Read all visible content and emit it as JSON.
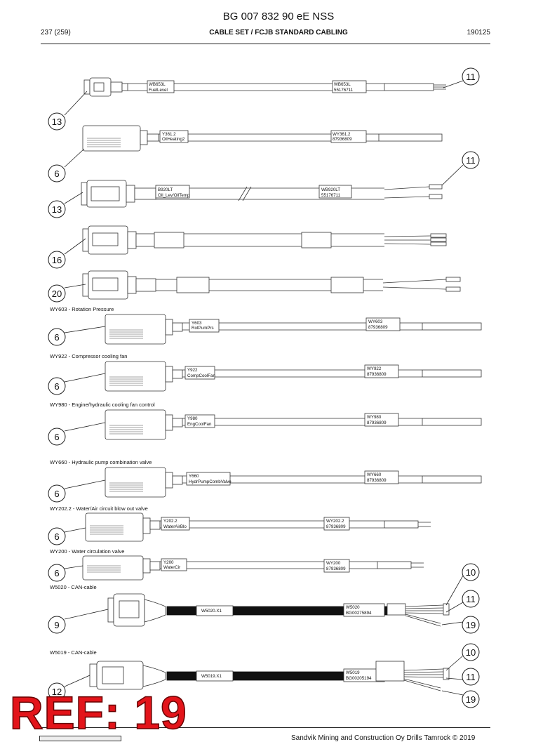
{
  "header": {
    "doc_title": "BG 007 832 90 eE NSS",
    "page": "237 (259)",
    "section_title": "CABLE SET / FCJB STANDARD CABLING",
    "date": "190125"
  },
  "sections": {
    "wy603": "WY603 - Rotation Pressure",
    "wy922": "WY922 - Compressor cooling fan",
    "wy980": "WY980 - Engine/hydraulic cooling fan control",
    "wy660": "WY660 - Hydraulic pump combination valve",
    "wy2022": "WY202.2 - Water/Air circuit blow out valve",
    "wy200": "WY200 - Water circulation valve",
    "w5020": "W5020 - CAN-cable",
    "w5019": "W5019 - CAN-cable"
  },
  "cables": {
    "c1": {
      "tag1_a": "WB653L",
      "tag1_b": "FuelLevel",
      "tag2_a": "WB653L",
      "tag2_b": "55176711"
    },
    "c2": {
      "tag1_a": "Y361.2",
      "tag1_b": "OilHeating2",
      "tag2_a": "WY361.2",
      "tag2_b": "87936809"
    },
    "c3": {
      "tag1_a": "B920LT",
      "tag1_b": "Oil_Lev/OilTemp",
      "tag2_a": "WB920LT",
      "tag2_b": "55176711"
    },
    "wy603": {
      "tag1_a": "Y603",
      "tag1_b": "RotPumPrs",
      "tag2_a": "WY603",
      "tag2_b": "87936809"
    },
    "wy922": {
      "tag1_a": "Y922",
      "tag1_b": "CompCoolFan",
      "tag2_a": "WY922",
      "tag2_b": "87936809"
    },
    "wy980": {
      "tag1_a": "Y980",
      "tag1_b": "EngCoolFan",
      "tag2_a": "WY980",
      "tag2_b": "87936809"
    },
    "wy660": {
      "tag1_a": "Y660",
      "tag1_b": "HydrPumpCombValve",
      "tag2_a": "WY660",
      "tag2_b": "87936809"
    },
    "wy2022": {
      "tag1_a": "Y202.2",
      "tag1_b": "WaterAirBlo",
      "tag2_a": "WY202.2",
      "tag2_b": "87936809"
    },
    "wy200": {
      "tag1_a": "Y200",
      "tag1_b": "WaterCir",
      "tag2_a": "WY200",
      "tag2_b": "87936809"
    },
    "w5020": {
      "tag1": "W5020.X1",
      "tag2_a": "W5020",
      "tag2_b": "BG00275894"
    },
    "w5019": {
      "tag1": "W5019.X1",
      "tag2_a": "W5019",
      "tag2_b": "BG00205194"
    }
  },
  "callouts": {
    "c11a": "11",
    "c13a": "13",
    "c6a": "6",
    "c11b": "11",
    "c13b": "13",
    "c16": "16",
    "c20": "20",
    "c6b": "6",
    "c6c": "6",
    "c6d": "6",
    "c6e": "6",
    "c6f": "6",
    "c6g": "6",
    "c10a": "10",
    "c11c": "11",
    "c9": "9",
    "c19a": "19",
    "c10b": "10",
    "c11d": "11",
    "c12": "12",
    "c19b": "19"
  },
  "watermark": "REF: 19",
  "footer": "Sandvik Mining and Construction Oy Drills Tamrock © 2019"
}
